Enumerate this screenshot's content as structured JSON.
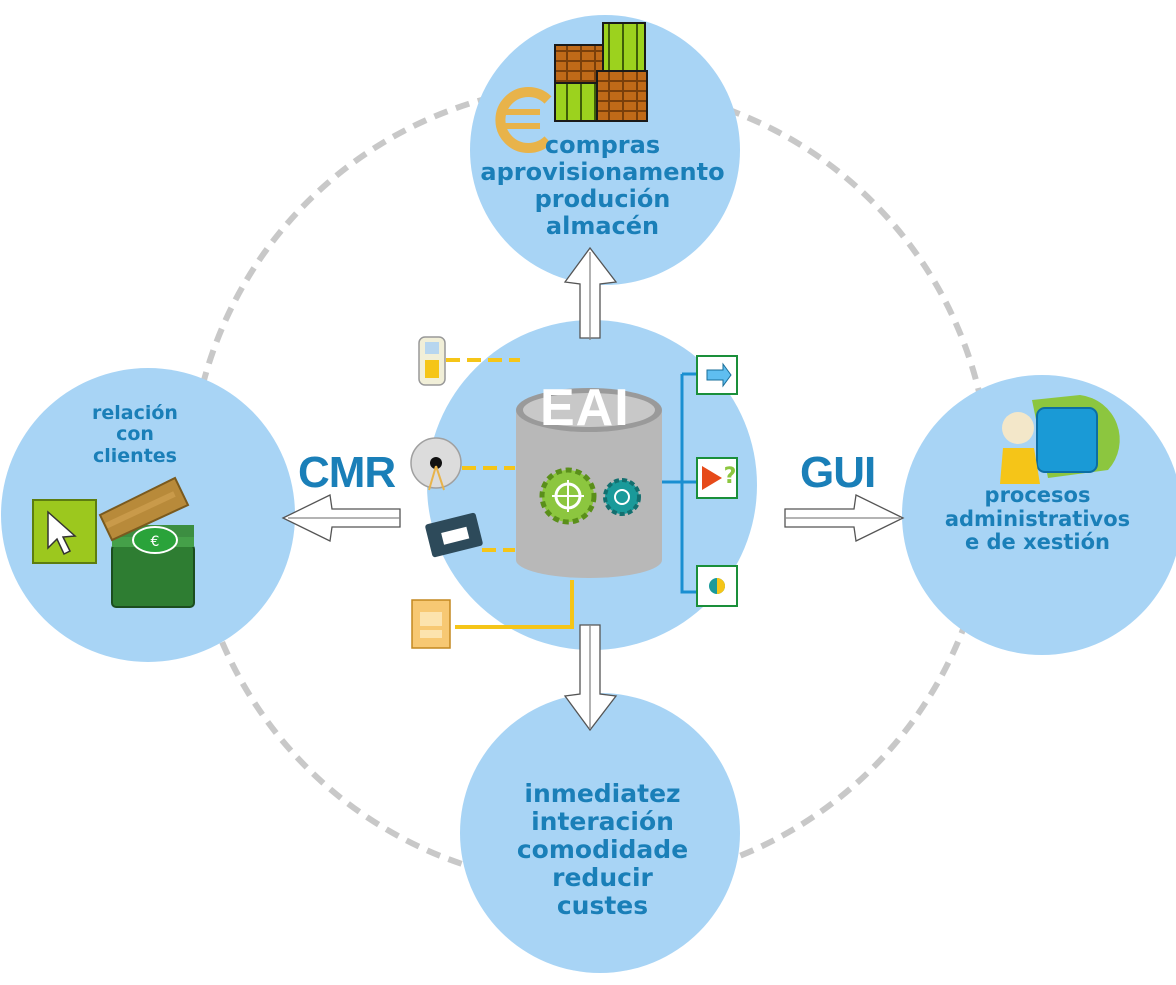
{
  "hub": {
    "label": "EAI"
  },
  "side_labels": {
    "left": "CMR",
    "right": "GUI"
  },
  "nodes": {
    "top": {
      "lines": [
        "compras",
        "aprovisionamento",
        "produción",
        "almacén"
      ]
    },
    "left": {
      "lines": [
        "relación",
        "con",
        "clientes"
      ]
    },
    "right": {
      "lines": [
        "procesos",
        "administrativos",
        "e de xestión"
      ]
    },
    "bottom": {
      "lines": [
        "inmediatez",
        "interación",
        "comodidade",
        "reducir",
        "custes"
      ]
    }
  },
  "colors": {
    "circle_fill": "#a8d4f5",
    "text_blue": "#1a7fb8",
    "connector_yellow": "#f5c518",
    "connector_blue": "#1a8fd1",
    "dashed_ring": "#c8c8c8",
    "cylinder_gray": "#b8b8b8",
    "gear_green": "#8cc63f",
    "gear_teal": "#1a9a9a"
  },
  "icons": {
    "top": [
      "euro-icon",
      "crates-icon"
    ],
    "left": [
      "cursor-icon",
      "money-stack-icon"
    ],
    "right": [
      "user-icon",
      "monitor-icon"
    ],
    "hub": [
      "database-cylinder-icon",
      "gear-icon",
      "gear-small-icon"
    ],
    "inputs": [
      "mobile-phone-icon",
      "cd-icon",
      "floppy-disk-icon",
      "notebook-icon"
    ],
    "outputs": [
      "arrow-box-icon",
      "play-question-icon",
      "half-circle-icon"
    ]
  }
}
